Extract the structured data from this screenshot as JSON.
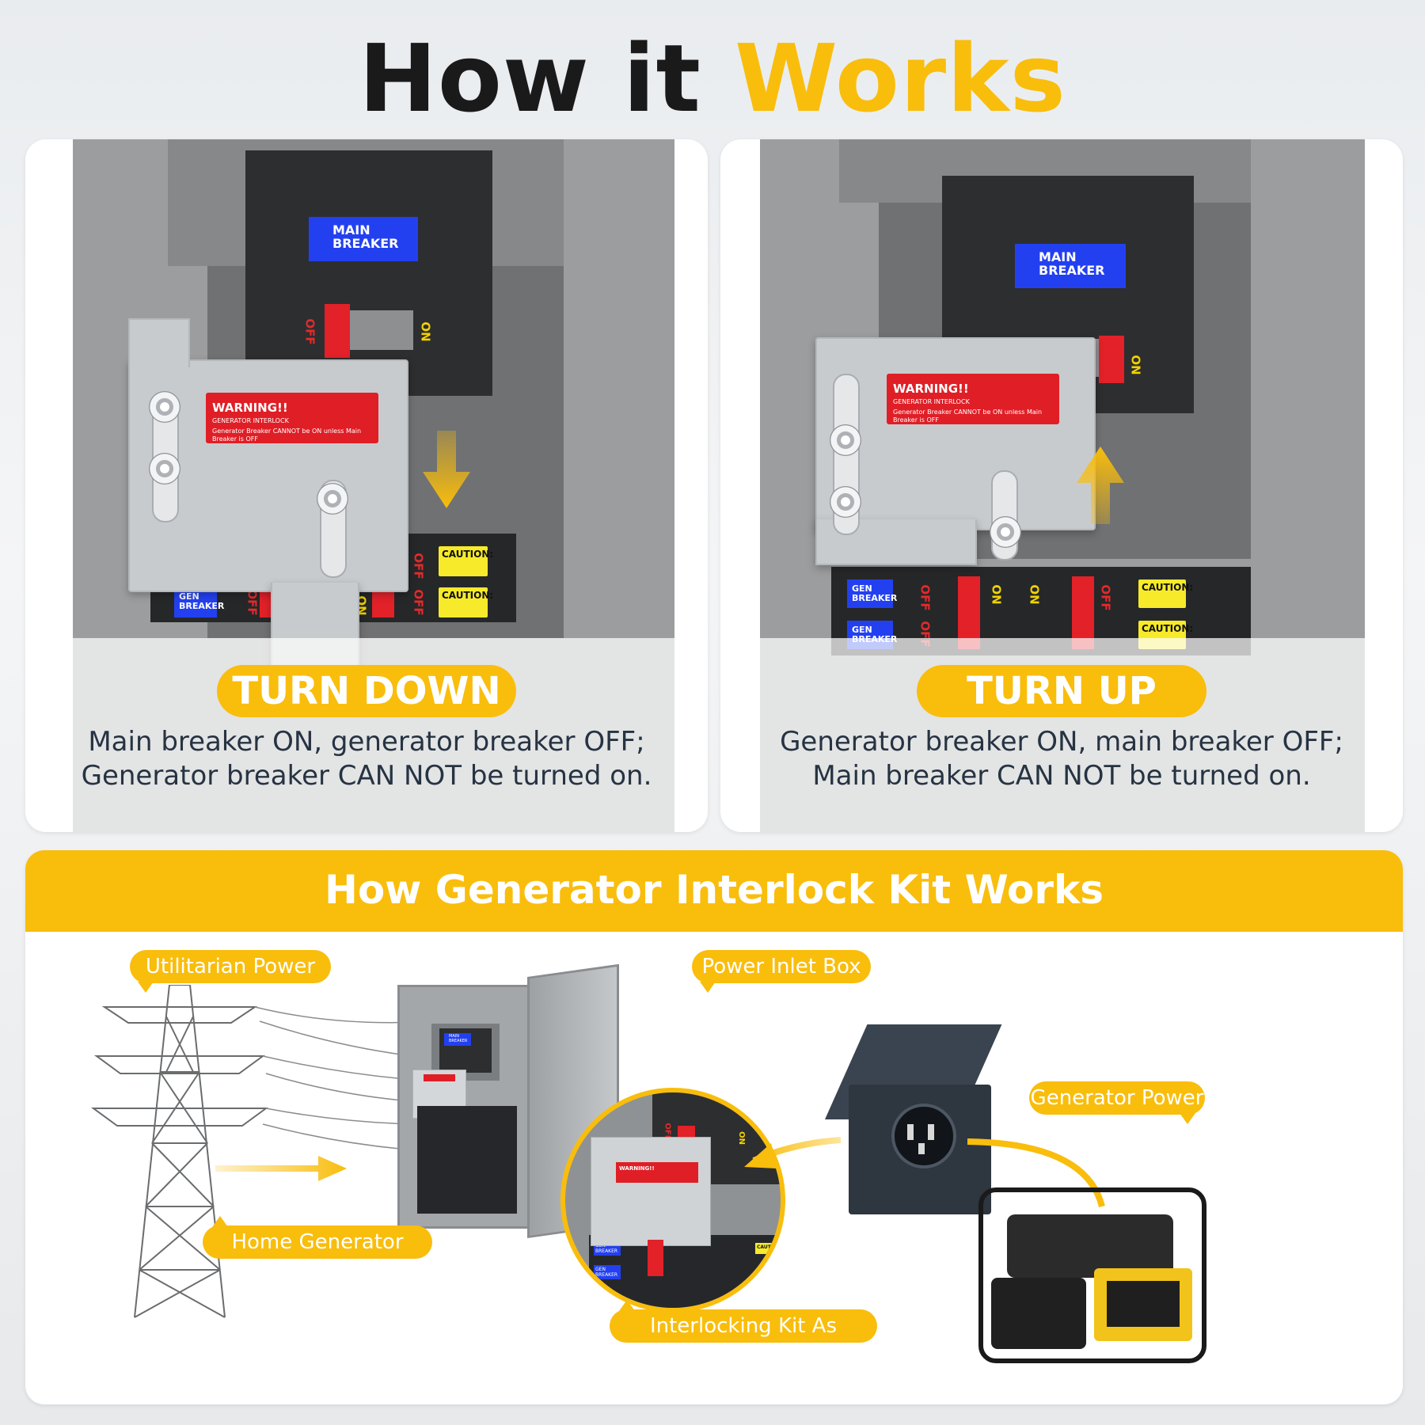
{
  "heading": {
    "part1": "How it",
    "part2": "Works"
  },
  "colors": {
    "accent": "#f9bd0c",
    "warning_red": "#e01e26",
    "breaker_blue": "#2340f0",
    "caution_yellow": "#f7ea2b"
  },
  "panels": [
    {
      "main_label_line1": "MAIN",
      "main_label_line2": "BREAKER",
      "off": "OFF",
      "on": "ON",
      "warning_title": "WARNING!!",
      "warning_sub": "GENERATOR INTERLOCK",
      "warning_text": "Generator Breaker CANNOT be ON unless Main Breaker is OFF",
      "gen_line1": "GEN",
      "gen_line2": "BREAKER",
      "caution_title": "CAUTION:",
      "pill": "TURN DOWN",
      "caption_line1": "Main breaker ON, generator breaker OFF;",
      "caption_line2": "Generator breaker CAN NOT be turned on.",
      "arrow_icon": "arrow-down-icon"
    },
    {
      "main_label_line1": "MAIN",
      "main_label_line2": "BREAKER",
      "off": "OFF",
      "on": "ON",
      "warning_title": "WARNING!!",
      "warning_sub": "GENERATOR INTERLOCK",
      "warning_text": "Generator Breaker CANNOT be ON unless Main Breaker is OFF",
      "gen_line1": "GEN",
      "gen_line2": "BREAKER",
      "caution_title": "CAUTION:",
      "pill": "TURN UP",
      "caption_line1": "Generator breaker ON, main breaker OFF;",
      "caption_line2": "Main breaker CAN NOT be turned on.",
      "arrow_icon": "arrow-up-icon"
    }
  ],
  "bottom": {
    "title": "How Generator Interlock Kit Works",
    "tags": {
      "utility": "Utilitarian Power",
      "inlet": "Power Inlet Box",
      "generator": "Generator Power",
      "panel": "Home Generator Panel",
      "kit": "Interlocking Kit As Installed"
    },
    "mini_main": "MAIN",
    "mini_breaker": "BREAKER",
    "zoom_warning": "WARNING!!",
    "zoom_gen1": "GEN",
    "zoom_gen2": "BREAKER",
    "zoom_off": "OFF",
    "zoom_on": "ON",
    "zoom_caution": "CAUTION"
  }
}
